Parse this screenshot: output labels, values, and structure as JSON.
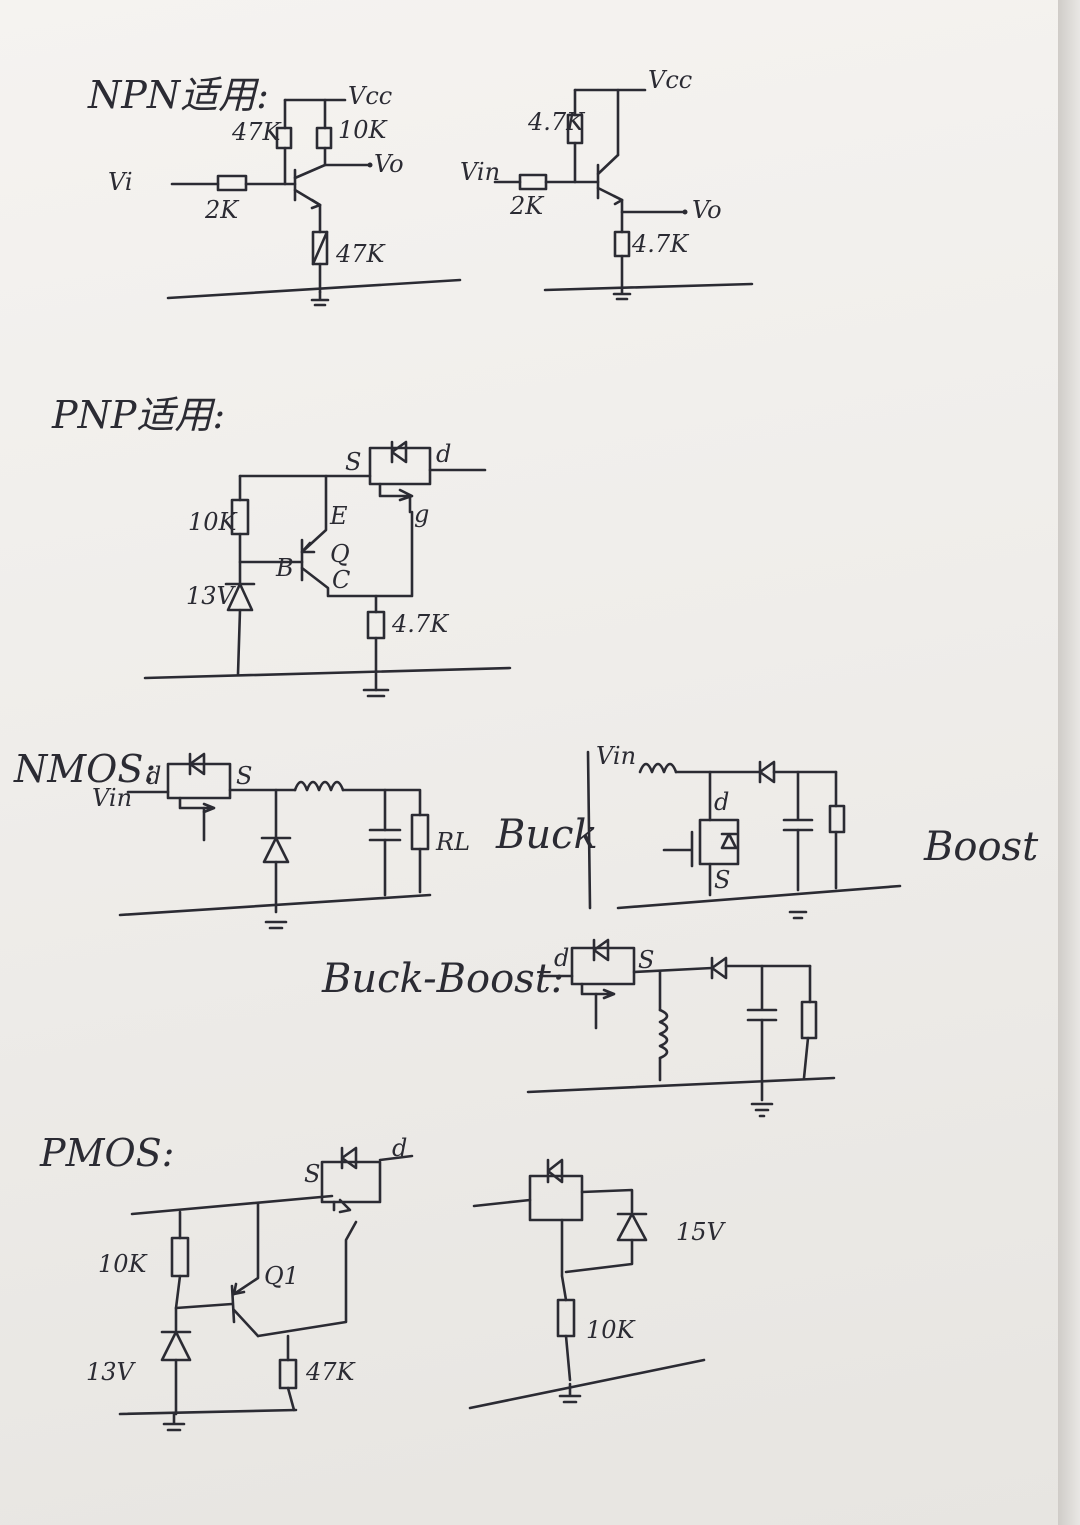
{
  "headings": {
    "npn": "NPN适用:",
    "pnp": "PNP适用:",
    "nmos": "NMOS:",
    "pmos": "PMOS:",
    "buck": "Buck",
    "boost": "Boost",
    "buck_boost": "Buck-Boost:"
  },
  "npn_left": {
    "vcc": "Vcc",
    "r_top_left": "47K",
    "r_top_right": "10K",
    "vi": "Vi",
    "r_base": "2K",
    "vo": "Vo",
    "r_emitter": "47K"
  },
  "npn_right": {
    "vcc": "Vcc",
    "r_top": "4.7K",
    "vin": "Vin",
    "r_base": "2K",
    "vo": "Vo",
    "r_emitter": "4.7K"
  },
  "pnp": {
    "s": "S",
    "d": "d",
    "g": "g",
    "r_top": "10K",
    "e": "E",
    "b": "B",
    "q": "Q",
    "c": "C",
    "zener": "13V",
    "r_bottom": "4.7K"
  },
  "nmos_buck": {
    "d": "d",
    "vin": "Vin",
    "s": "S",
    "rl": "RL"
  },
  "nmos_boost": {
    "vin": "Vin",
    "d": "d",
    "s": "S"
  },
  "nmos_buck_boost": {
    "d": "d",
    "s": "S"
  },
  "pmos_left": {
    "s": "S",
    "d": "d",
    "r_top": "10K",
    "q": "Q1",
    "zener": "13V",
    "r_bottom": "47K"
  },
  "pmos_right": {
    "zener": "15V",
    "r_bottom": "10K"
  }
}
